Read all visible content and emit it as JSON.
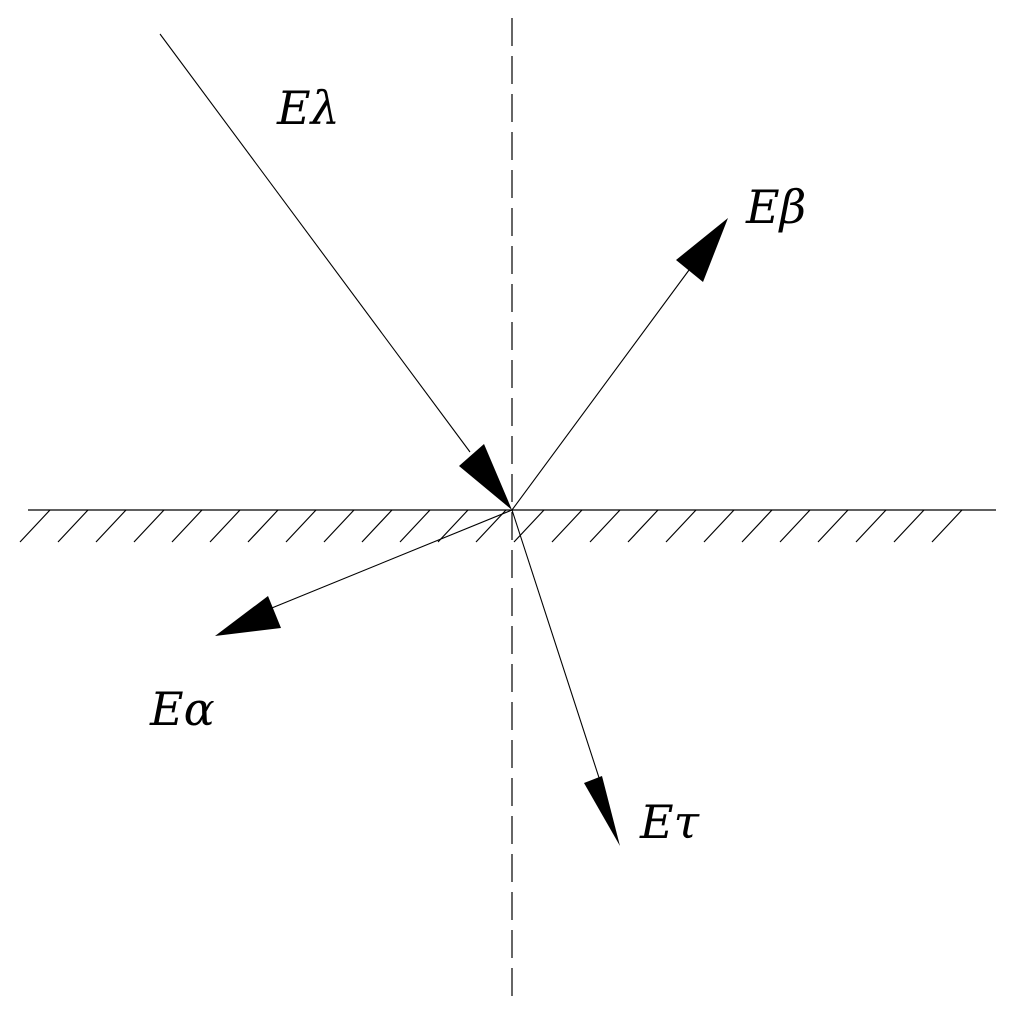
{
  "diagram": {
    "colors": {
      "line": "#000000",
      "background": "#ffffff"
    },
    "labels": {
      "incident": "Eλ",
      "reflected": "Eβ",
      "scattered": "Eα",
      "transmitted": "Eτ"
    }
  }
}
